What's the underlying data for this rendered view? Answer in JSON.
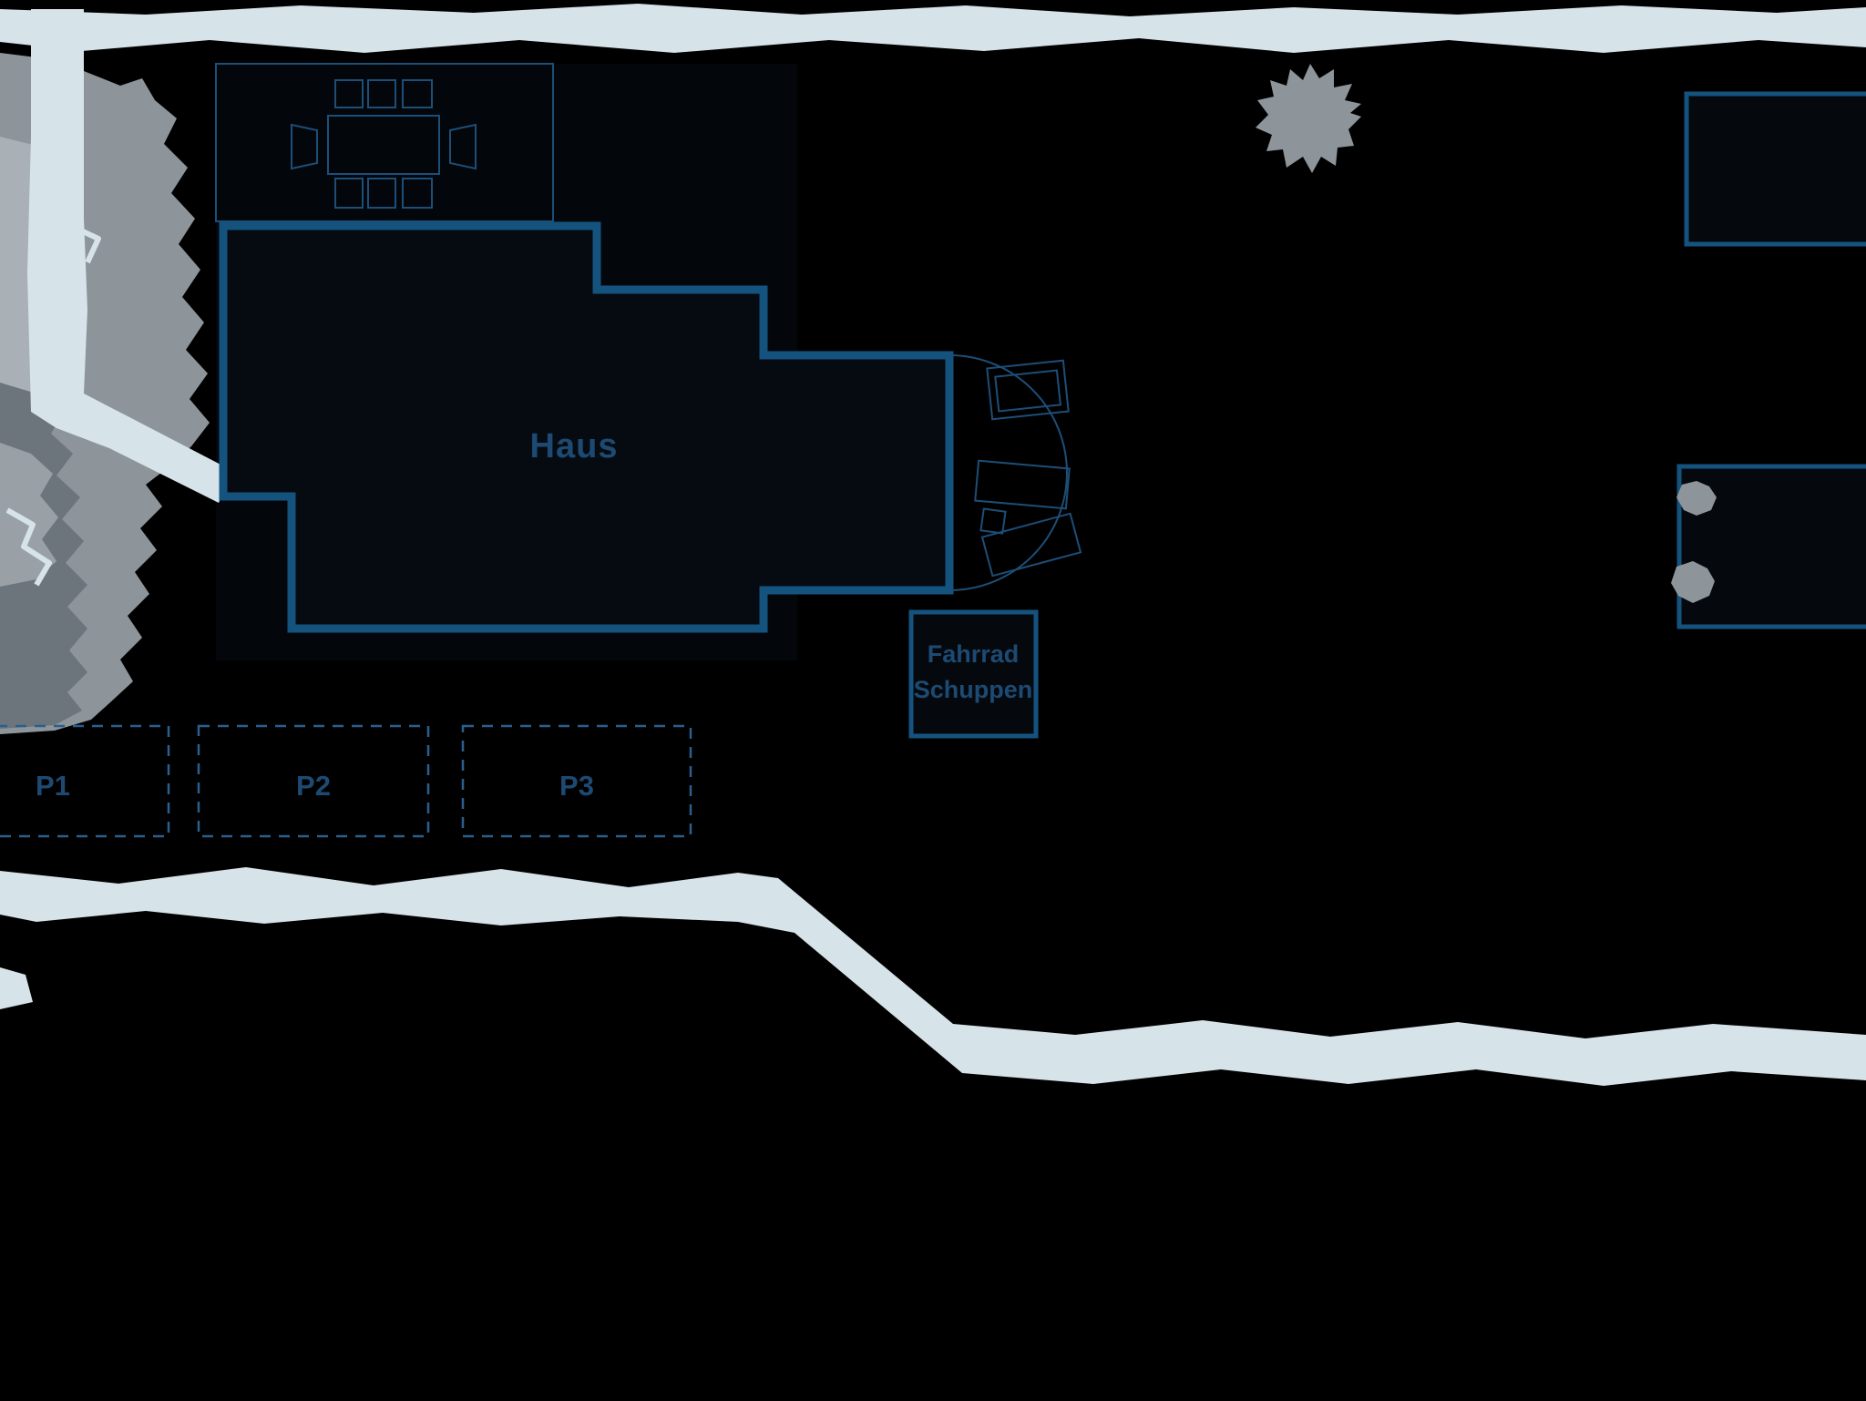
{
  "site_plan": {
    "house": {
      "label": "Haus"
    },
    "bike_shed": {
      "label_line1": "Fahrrad",
      "label_line2": "Schuppen"
    },
    "parking": {
      "spaces": [
        {
          "label": "P1"
        },
        {
          "label": "P2"
        },
        {
          "label": "P3"
        }
      ]
    },
    "colors": {
      "background": "#000000",
      "path": "#d6e3e9",
      "house_border": "#15537f",
      "house_fill": "#060b11",
      "label_text": "#1d4a72",
      "thin_outline": "#1d4e78",
      "parking_dash": "#2a5f8f",
      "vegetation_medium": "#8d959b",
      "vegetation_dark": "#6d757c",
      "vegetation_light": "#aab1b6"
    }
  }
}
